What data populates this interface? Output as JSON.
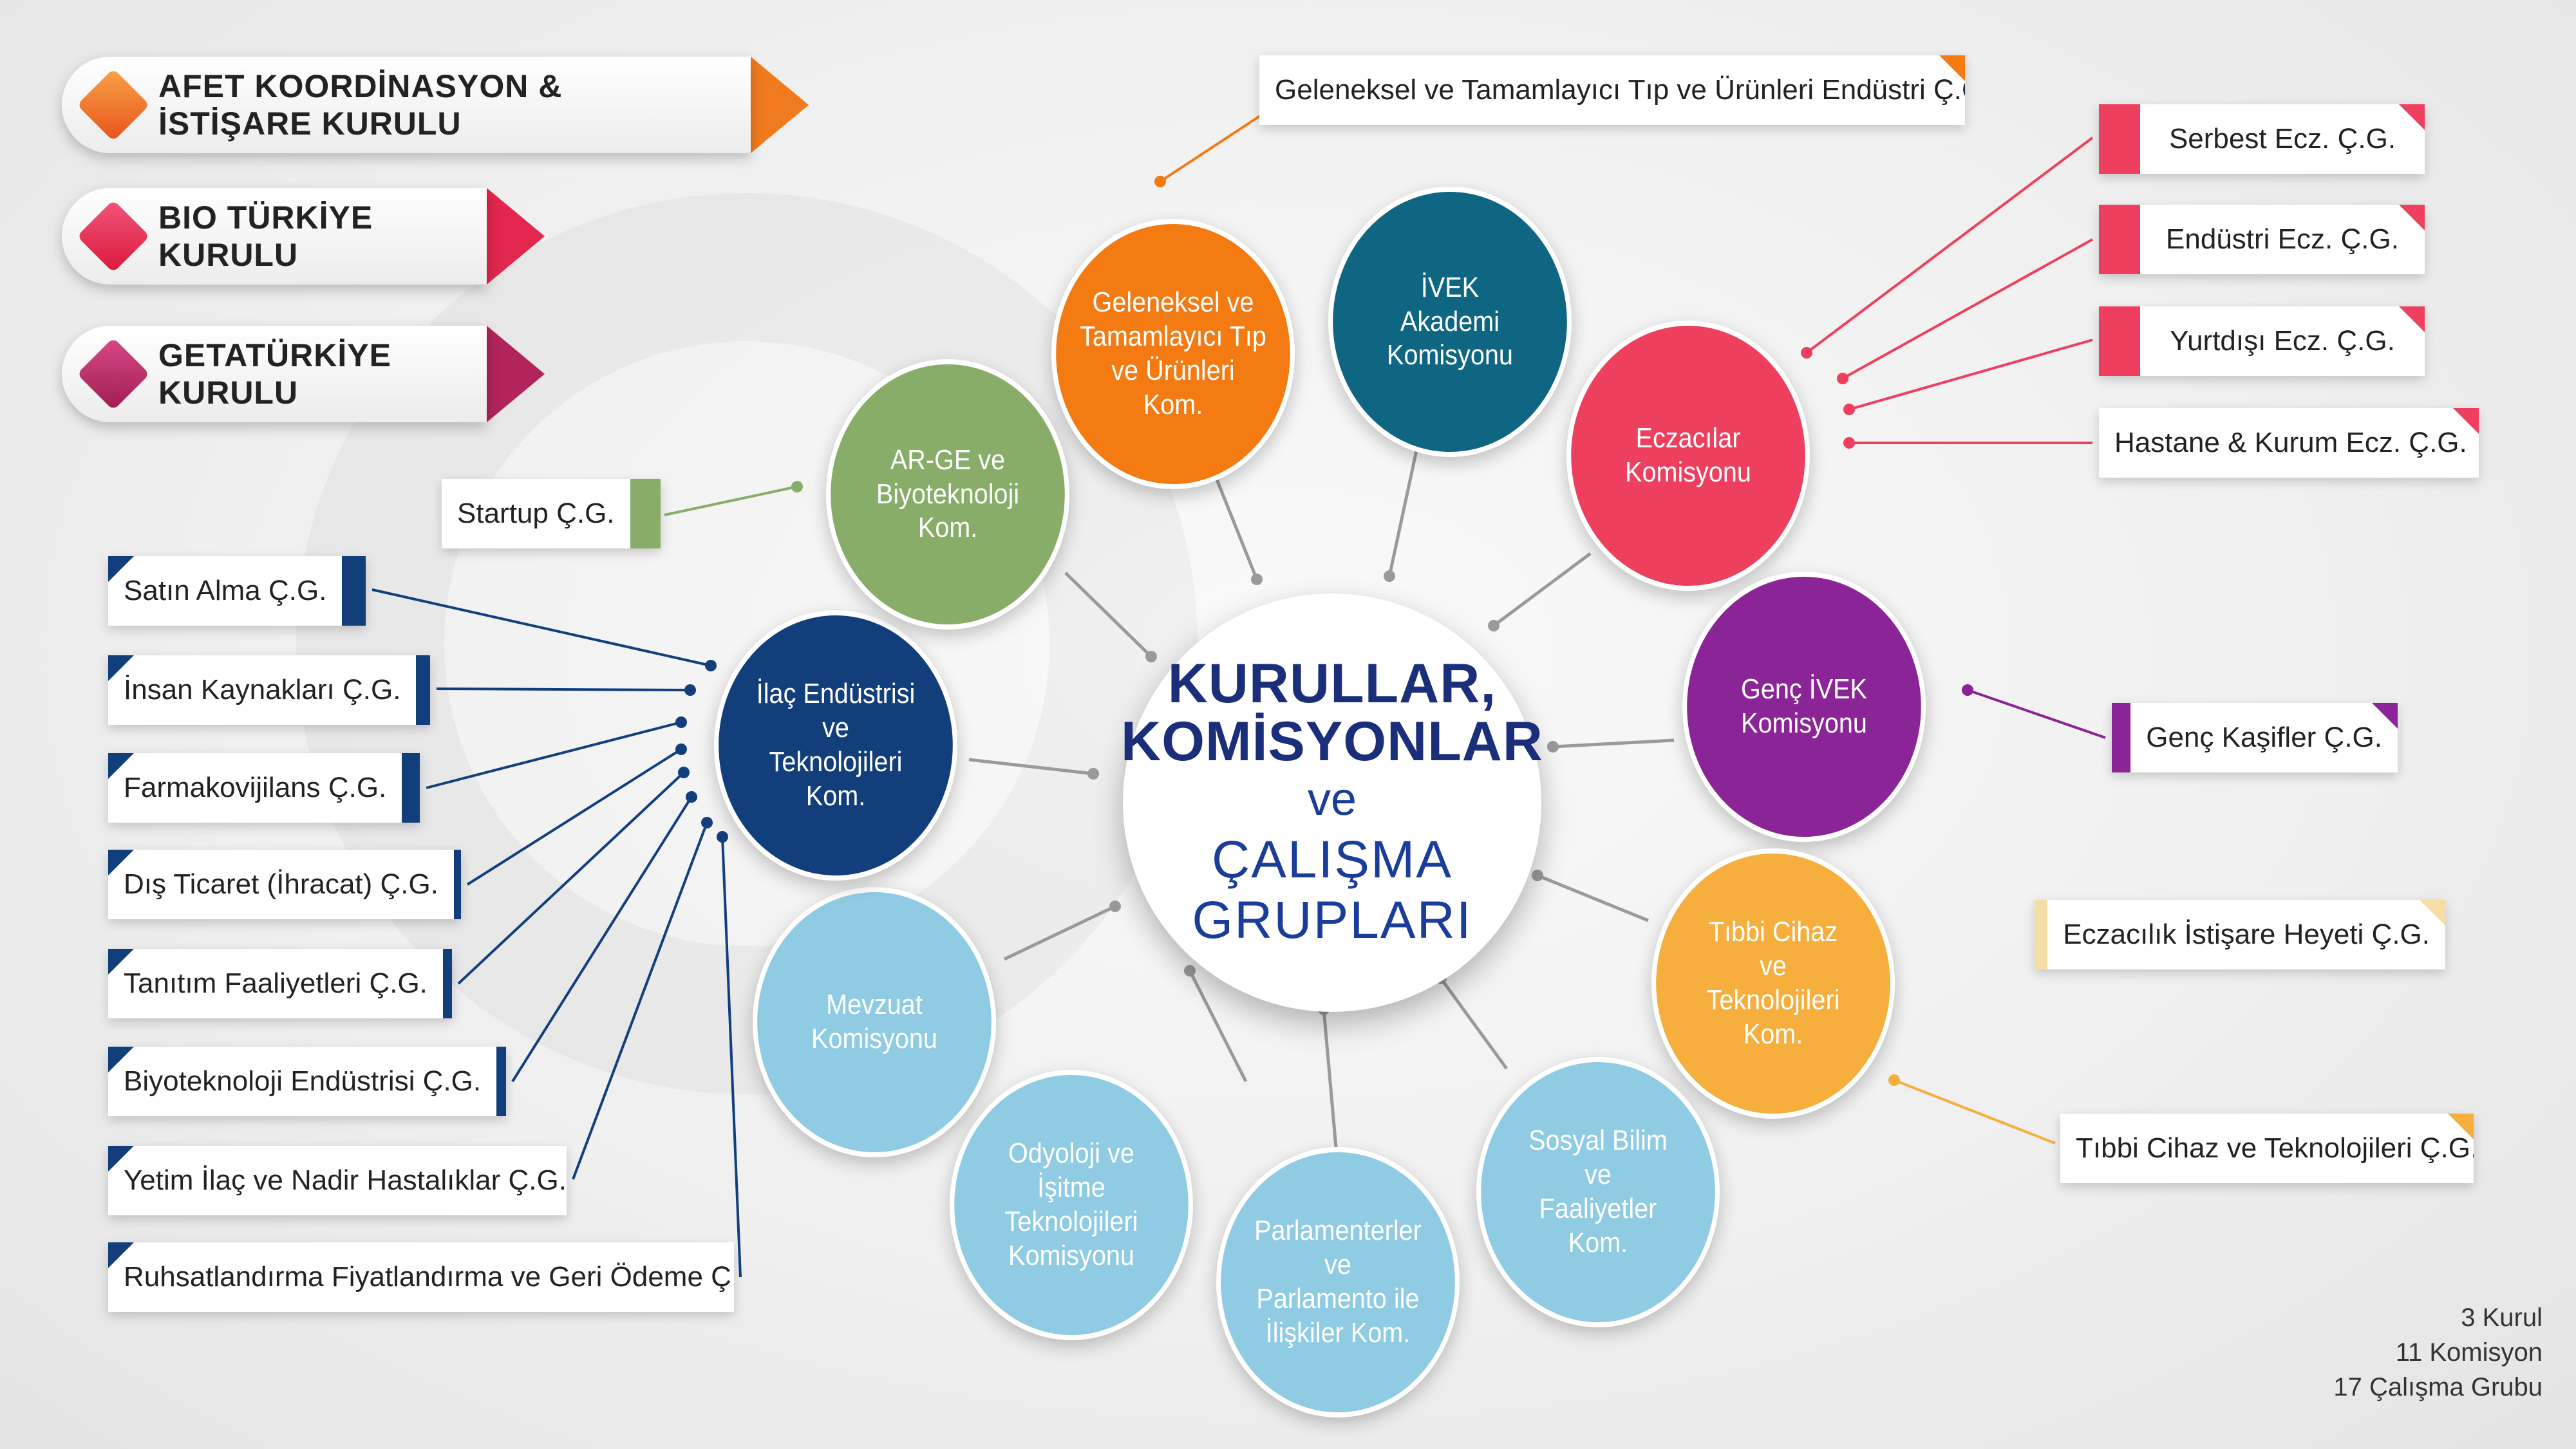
{
  "center": {
    "line1": "KURULLAR,",
    "line2": "KOMİSYONLAR",
    "line3": "ve",
    "line4": "ÇALIŞMA",
    "line5": "GRUPLARI"
  },
  "kurullar": [
    {
      "label": "AFET KOORDİNASYON & İSTİŞARE KURULU",
      "color": "#f07a1e"
    },
    {
      "label": "BIO TÜRKİYE KURULU",
      "color": "#e2264d"
    },
    {
      "label": "GETATÜRKİYE KURULU",
      "color": "#b2245c"
    }
  ],
  "komisyonlar": [
    {
      "label": "Geleneksel ve\nTamamlayıcı Tıp\nve Ürünleri\nKom.",
      "color": "#f47a12"
    },
    {
      "label": "İVEK\nAkademi\nKomisyonu",
      "color": "#0e6683"
    },
    {
      "label": "Eczacılar\nKomisyonu",
      "color": "#ee3f5e"
    },
    {
      "label": "Genç İVEK\nKomisyonu",
      "color": "#8b2496"
    },
    {
      "label": "Tıbbi Cihaz\nve\nTeknolojileri\nKom.",
      "color": "#f6ae3d"
    },
    {
      "label": "Sosyal Bilim\nve\nFaaliyetler\nKom.",
      "color": "#90cbe4"
    },
    {
      "label": "Parlamenterler\nve\nParlamento ile\nİlişkiler Kom.",
      "color": "#90cbe4"
    },
    {
      "label": "Odyoloji ve\nİşitme\nTeknolojileri\nKomisyonu",
      "color": "#90cbe4"
    },
    {
      "label": "Mevzuat\nKomisyonu",
      "color": "#90cbe4"
    },
    {
      "label": "İlaç Endüstrisi\nve\nTeknolojileri\nKom.",
      "color": "#123f7c"
    },
    {
      "label": "AR-GE ve\nBiyoteknoloji\nKom.",
      "color": "#87ad68"
    }
  ],
  "calisma_gruplari": [
    {
      "label": "Geleneksel ve Tamamlayıcı Tıp ve Ürünleri Endüstri Ç.G.",
      "color": "#f47a12"
    },
    {
      "label": "Serbest Ecz. Ç.G.",
      "color": "#ee3f5e"
    },
    {
      "label": "Endüstri Ecz. Ç.G.",
      "color": "#ee3f5e"
    },
    {
      "label": "Yurtdışı Ecz. Ç.G.",
      "color": "#ee3f5e"
    },
    {
      "label": "Hastane & Kurum Ecz. Ç.G.",
      "color": "#ee3f5e"
    },
    {
      "label": "Genç Kaşifler Ç.G.",
      "color": "#8b2496"
    },
    {
      "label": "Eczacılık İstişare Heyeti Ç.G.",
      "color": "#f6dda8"
    },
    {
      "label": "Tıbbi Cihaz ve Teknolojileri Ç.G.",
      "color": "#f6ae3d"
    },
    {
      "label": "Startup Ç.G.",
      "color": "#87ad68"
    },
    {
      "label": "Satın Alma Ç.G.",
      "color": "#123f7c"
    },
    {
      "label": "İnsan Kaynakları Ç.G.",
      "color": "#123f7c"
    },
    {
      "label": "Farmakovijilans Ç.G.",
      "color": "#123f7c"
    },
    {
      "label": "Dış Ticaret (İhracat) Ç.G.",
      "color": "#123f7c"
    },
    {
      "label": "Tanıtım Faaliyetleri Ç.G.",
      "color": "#123f7c"
    },
    {
      "label": "Biyoteknoloji Endüstrisi Ç.G.",
      "color": "#123f7c"
    },
    {
      "label": "Yetim İlaç ve Nadir Hastalıklar Ç.G.",
      "color": "#123f7c"
    },
    {
      "label": "Ruhsatlandırma Fiyatlandırma ve Geri Ödeme Ç.G.",
      "color": "#123f7c"
    }
  ],
  "footer": {
    "line1": "3 Kurul",
    "line2": "11 Komisyon",
    "line3": "17 Çalışma Grubu"
  }
}
